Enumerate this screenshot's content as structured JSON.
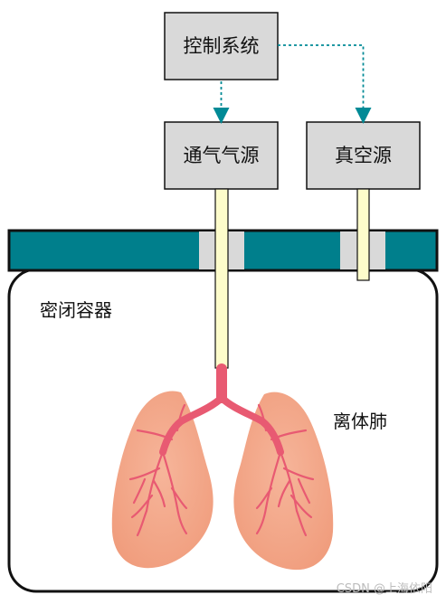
{
  "boxes": {
    "control": "控制系统",
    "gas_source": "通气气源",
    "vacuum_source": "真空源"
  },
  "labels": {
    "container": "密闭容器",
    "lung": "离体肺"
  },
  "watermark": "CSDN @上海依阳",
  "colors": {
    "box_fill": "#d9d9d9",
    "lid_teal": "#007f8c",
    "arrow_teal": "#008a96",
    "tube_fill": "#fdfccb",
    "lung_fill": "#f4a98a",
    "airway": "#e85a72"
  },
  "icons": {
    "lung": "lung-icon",
    "arrow": "dashed-arrow"
  }
}
